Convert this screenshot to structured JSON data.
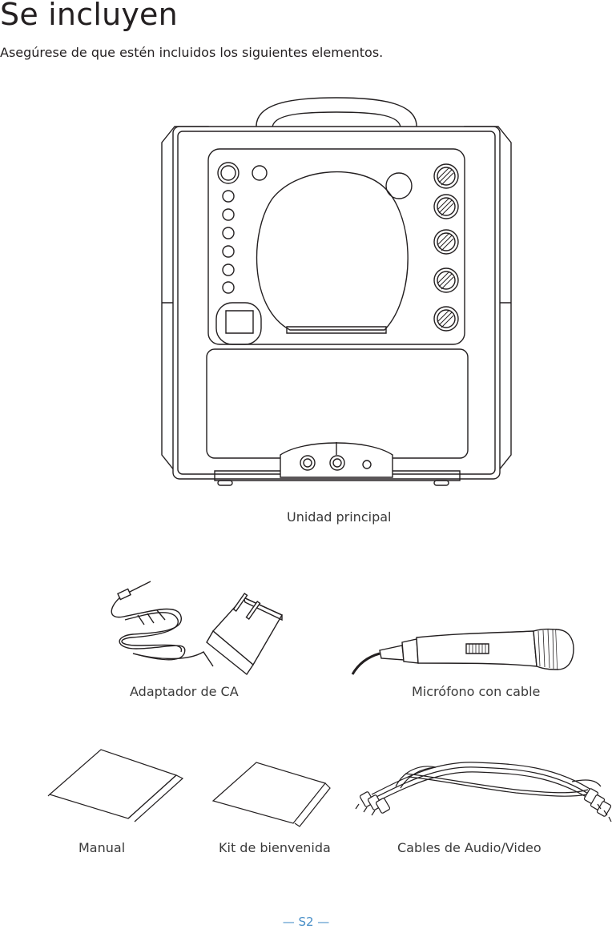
{
  "header": {
    "title": "Se incluyen",
    "subtitle": "Asegúrese de que estén incluidos los siguientes elementos."
  },
  "items": {
    "main_unit": "Unidad principal",
    "ac_adapter": "Adaptador de CA",
    "microphone": "Micrófono con cable",
    "manual": "Manual",
    "welcome_kit": "Kit de bienvenida",
    "av_cables": "Cables de Audio/Video"
  },
  "footer": {
    "page_number": "— S2 —"
  },
  "colors": {
    "text": "#231f20",
    "page_number": "#4a90c8"
  }
}
